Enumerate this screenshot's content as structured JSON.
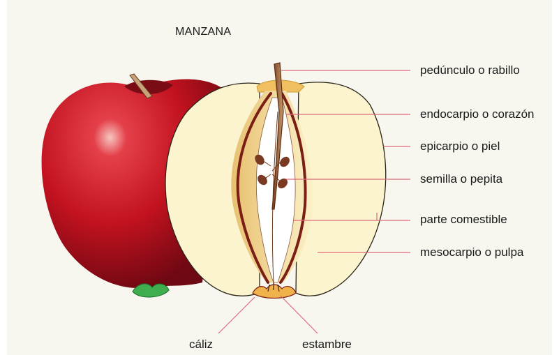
{
  "title": "MANZANA",
  "labels": {
    "peduncle": "pedúnculo o rabillo",
    "endocarp": "endocarpio o corazón",
    "epicarp": "epicarpio o piel",
    "seed": "semilla o pepita",
    "edible": "parte comestible",
    "mesocarp": "mesocarpio o pulpa",
    "calyx": "cáliz",
    "stamen": "estambre"
  },
  "colors": {
    "leader_line": "#e06a7a",
    "apple_red": "#c01a2a",
    "flesh": "#fbf4cf",
    "core": "#7a1e16"
  }
}
